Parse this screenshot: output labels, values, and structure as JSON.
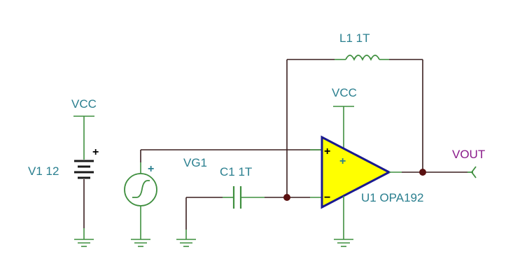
{
  "diagram": {
    "labels": {
      "vcc_left": "VCC",
      "vcc_opamp": "VCC",
      "battery_name": "V1 12",
      "battery_plus": "+",
      "generator_name": "VG1",
      "generator_plus": "+",
      "capacitor": "C1 1T",
      "inductor": "L1 1T",
      "opamp_name": "U1 OPA192",
      "opamp_noninv": "+",
      "opamp_inv": "−",
      "output": "VOUT"
    },
    "colors": {
      "wire": "#3a1f1f",
      "component": "#3f8f3f",
      "label": "#2a7f8f",
      "output_label": "#8a1a8a",
      "opamp_fill": "#ffff00",
      "opamp_outline": "#1a1a8f",
      "junction": "#5a1010"
    },
    "icons": [
      "battery-icon",
      "signal-generator-icon",
      "capacitor-icon",
      "inductor-icon",
      "opamp-icon",
      "ground-icon",
      "output-terminal-icon"
    ]
  }
}
